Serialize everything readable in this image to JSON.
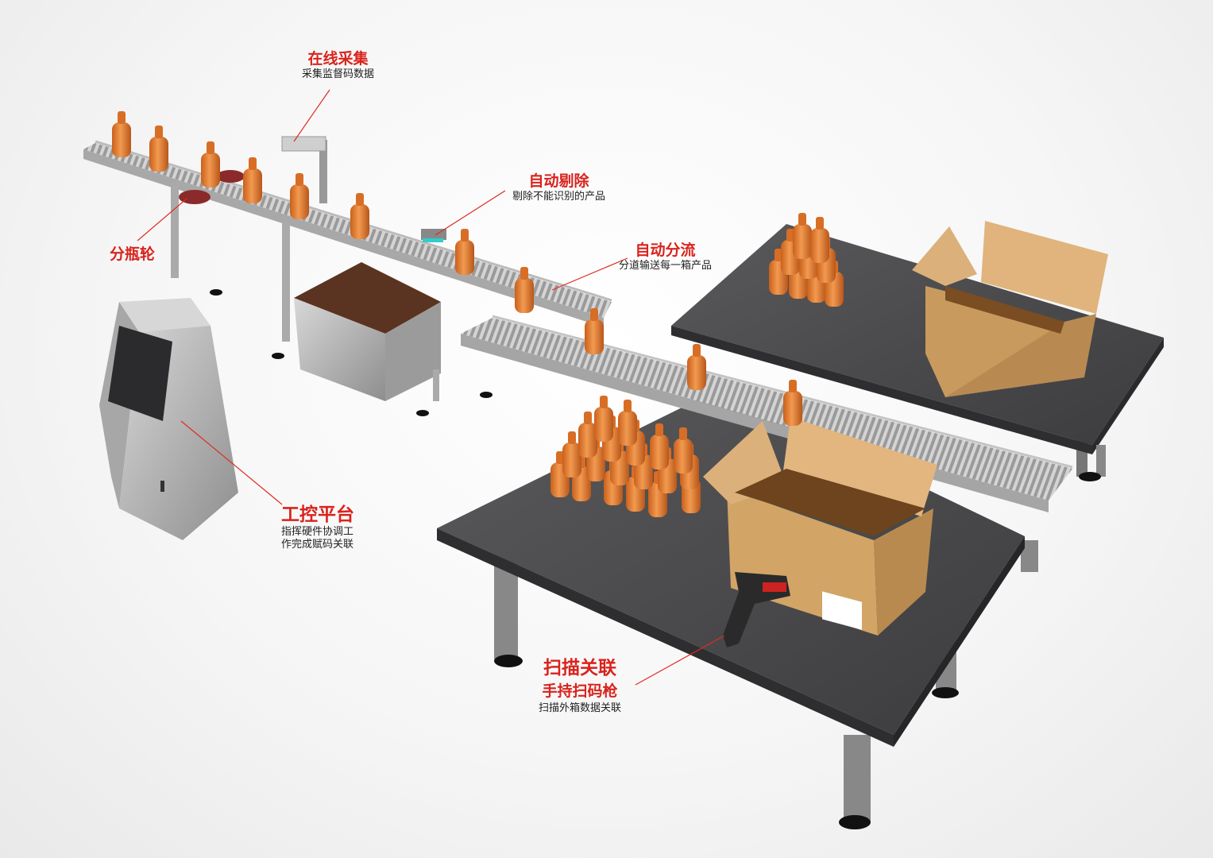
{
  "colors": {
    "accent": "#d9231d",
    "bottle": "#e2782c",
    "table": "#4a4a4c",
    "steel": "#b9b9b9",
    "cardboard": "#d6a86c"
  },
  "labels": {
    "online_collect": {
      "title": "在线采集",
      "sub": "采集监督码数据"
    },
    "auto_reject": {
      "title": "自动剔除",
      "sub": "剔除不能识别的产品"
    },
    "auto_divert": {
      "title": "自动分流",
      "sub": "分道输送每一箱产品"
    },
    "bottle_wheel": {
      "title": "分瓶轮"
    },
    "ipc_platform": {
      "title": "工控平台",
      "sub1": "指挥硬件协调工",
      "sub2": "作完成赋码关联"
    },
    "scan_link": {
      "title": "扫描关联",
      "title2": "手持扫码枪",
      "sub": "扫描外箱数据关联"
    }
  }
}
